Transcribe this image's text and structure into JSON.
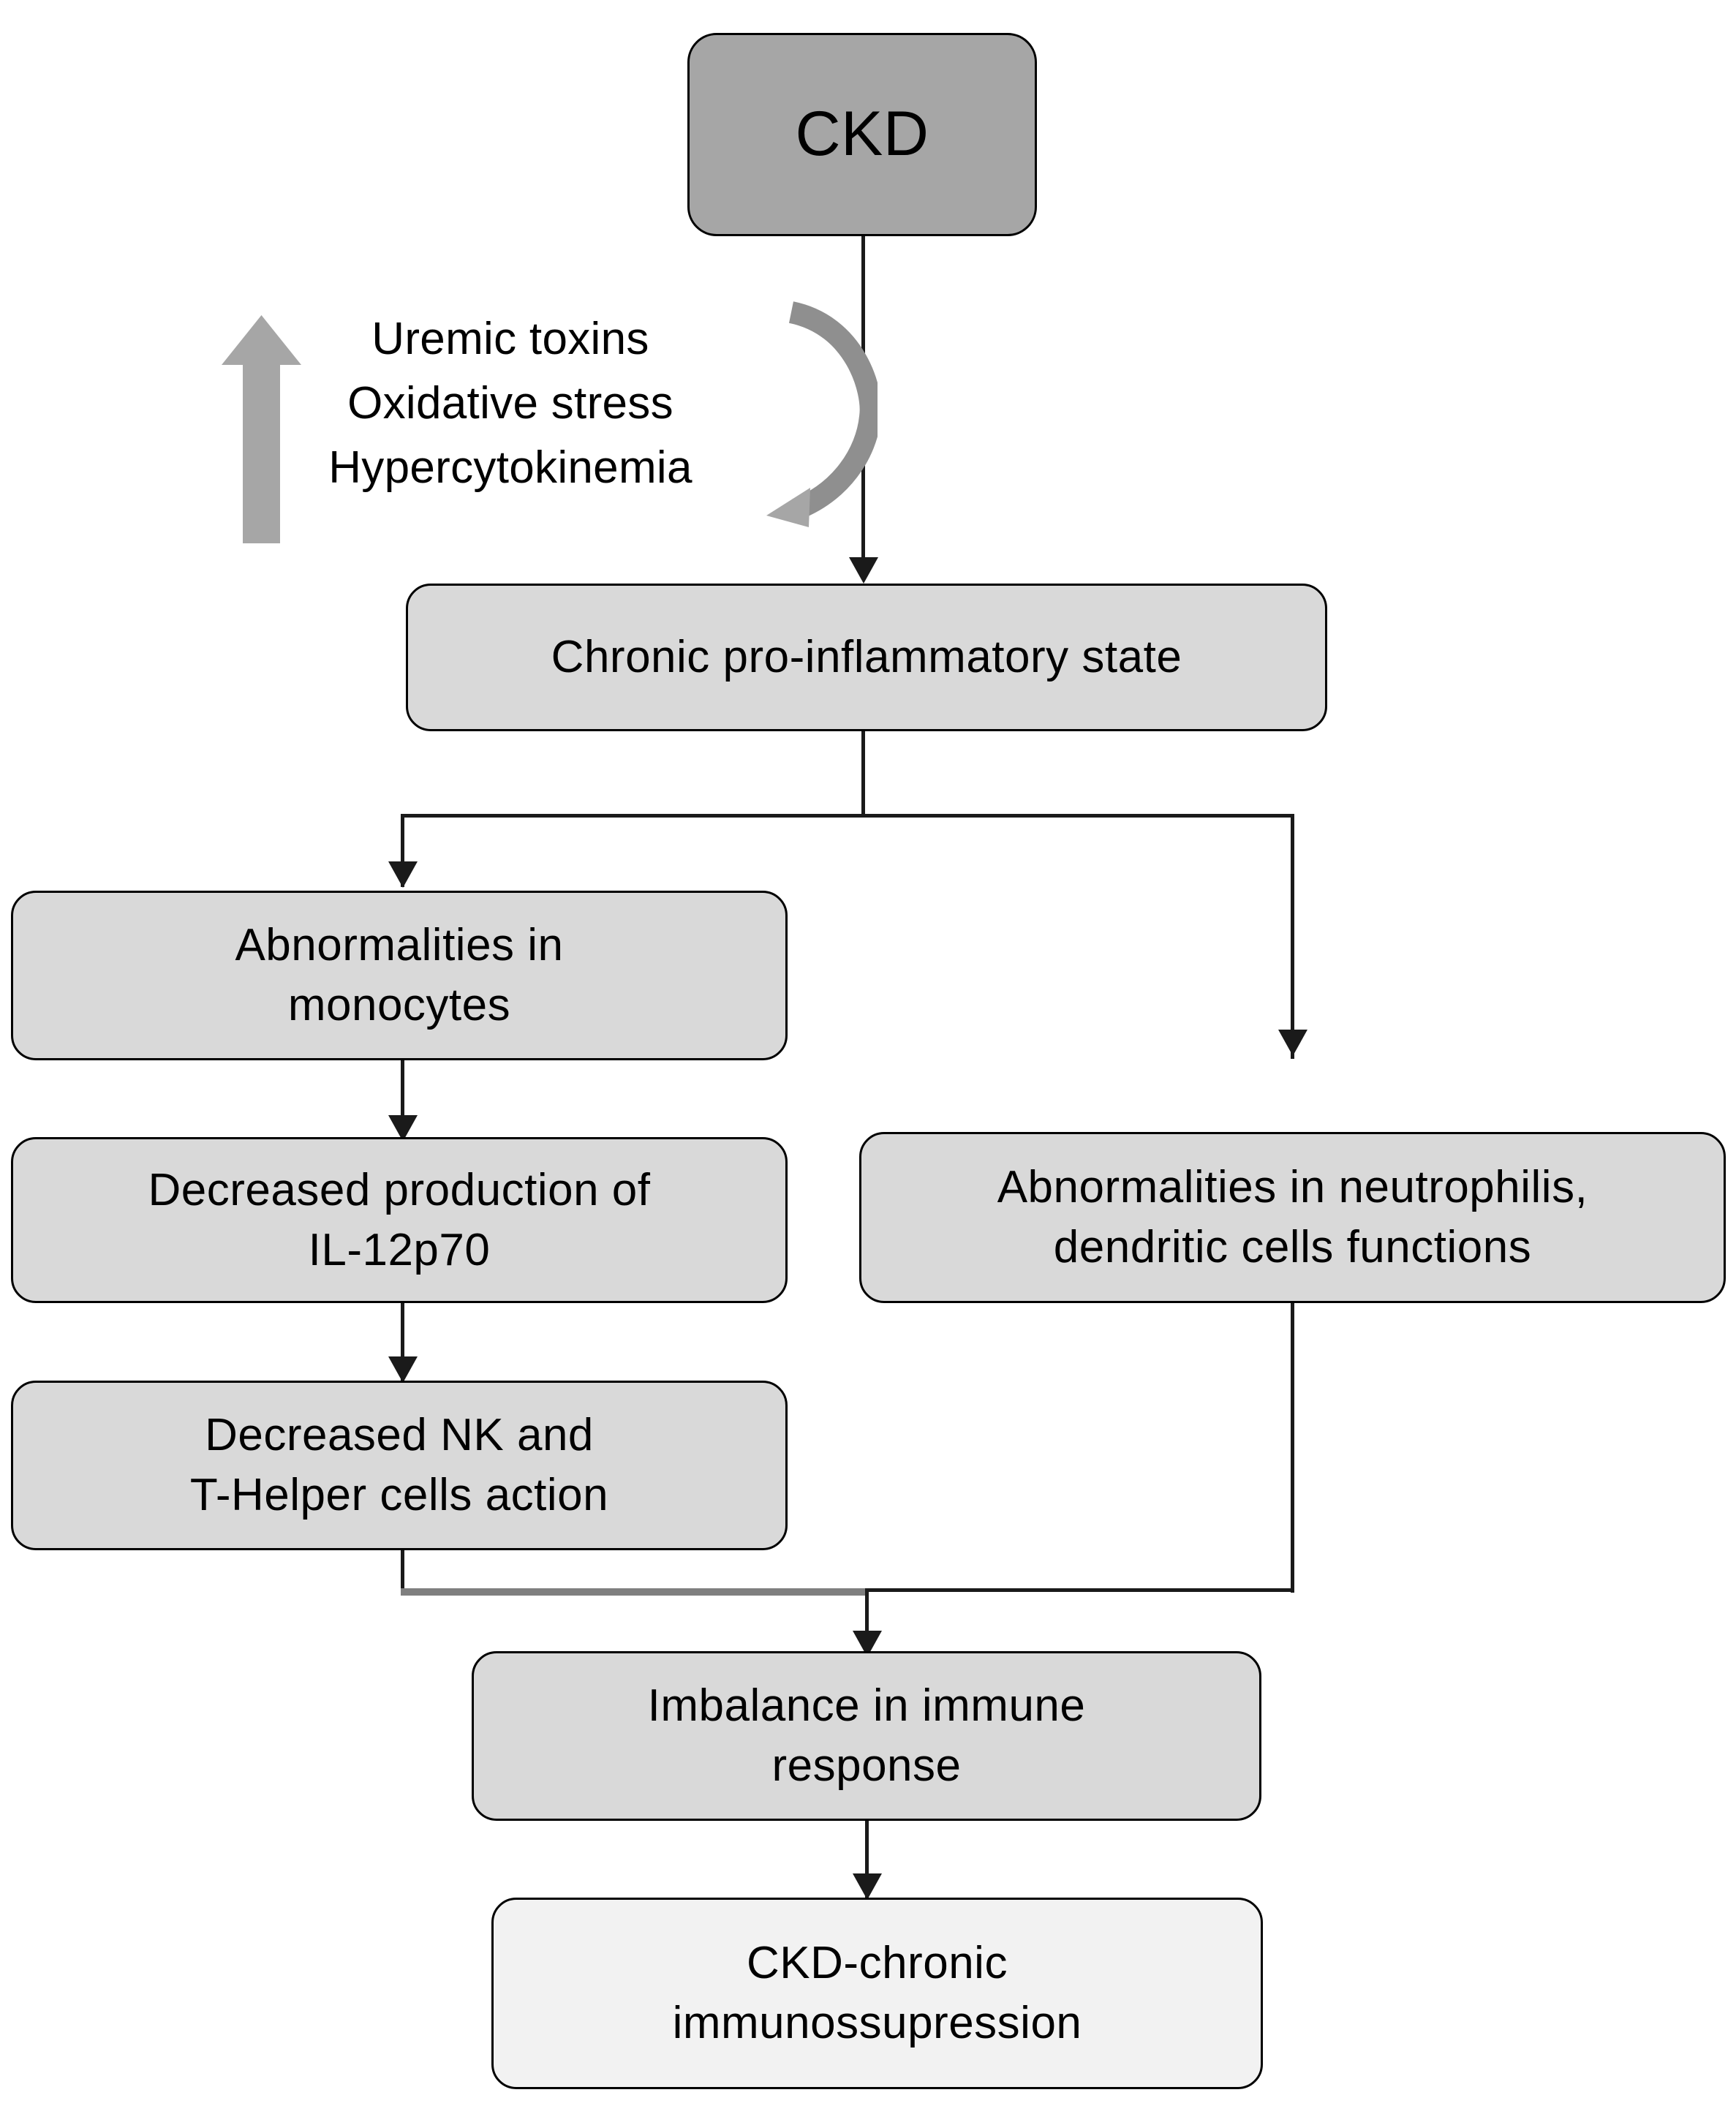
{
  "diagram": {
    "title": "CKD chronic immunossupression pathway flowchart",
    "colors": {
      "root_fill": "#a6a6a6",
      "node_fill": "#d9d9d9",
      "terminal_fill": "#f2f2f2",
      "border": "#000000",
      "connector": "#1a1a1a",
      "accent_gray": "#a6a6a6",
      "connector_gray": "#7f7f7f"
    },
    "nodes": {
      "root": {
        "label": "CKD"
      },
      "inflammatory": {
        "label": "Chronic pro-inflammatory  state"
      },
      "monocytes": {
        "label": "Abnormalities  in\nmonocytes"
      },
      "il12": {
        "label": "Decreased production  of\nIL-12p70"
      },
      "nk_thelper": {
        "label": "Decreased NK and\nT-Helper cells action"
      },
      "neutrophils": {
        "label": "Abnormalities  in neutrophilis,\ndendritic cells functions"
      },
      "imbalance": {
        "label": "Imbalance in immune\nresponse"
      },
      "terminal": {
        "label": "CKD-chronic\nimmunossupression"
      }
    },
    "annotations": {
      "drivers": {
        "label": "Uremic toxins\nOxidative stress\nHypercytokinemia",
        "increase_icon": "up-arrow-icon",
        "feedback_icon": "curved-feedback-arrow-icon"
      }
    },
    "edges": [
      {
        "from": "root",
        "to": "inflammatory"
      },
      {
        "from": "inflammatory",
        "to": "monocytes"
      },
      {
        "from": "inflammatory",
        "to": "neutrophils"
      },
      {
        "from": "monocytes",
        "to": "il12"
      },
      {
        "from": "il12",
        "to": "nk_thelper"
      },
      {
        "from": "nk_thelper",
        "to": "imbalance"
      },
      {
        "from": "neutrophils",
        "to": "imbalance"
      },
      {
        "from": "imbalance",
        "to": "terminal"
      }
    ]
  }
}
